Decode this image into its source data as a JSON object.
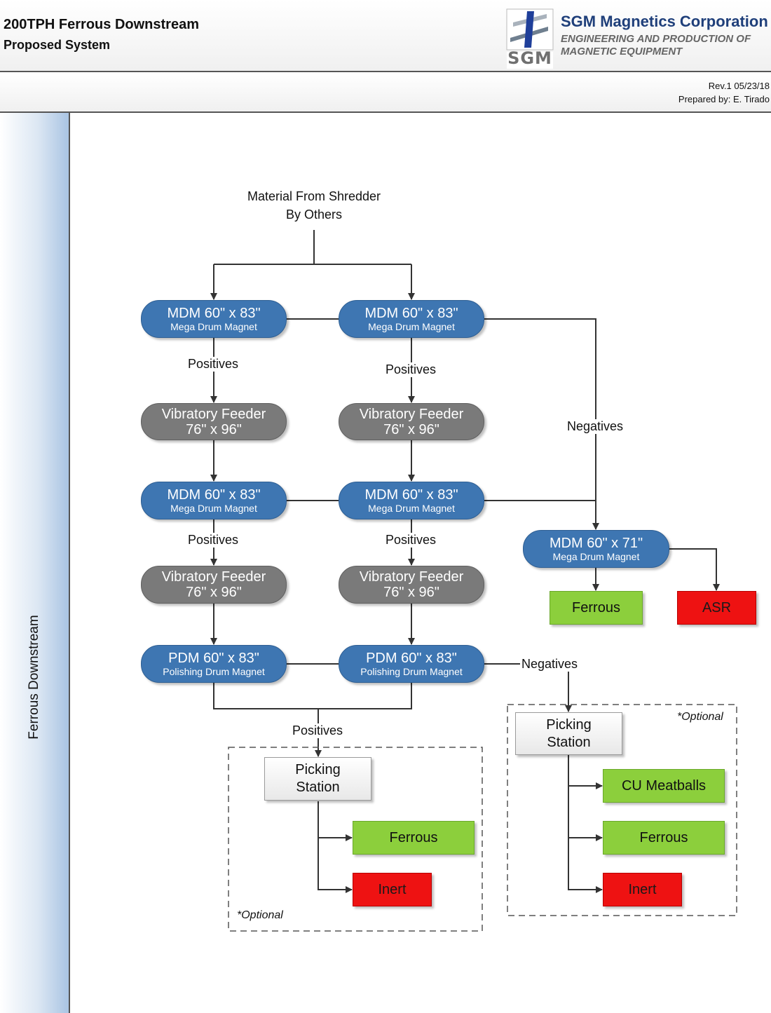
{
  "header": {
    "title_line1": "200TPH Ferrous Downstream",
    "title_line2": "Proposed System",
    "company": "SGM Magnetics Corporation",
    "tagline": "ENGINEERING AND PRODUCTION OF MAGNETIC EQUIPMENT",
    "logo_text": "SGM"
  },
  "revision": {
    "rev": "Rev.1 05/23/18",
    "prepared_by": "Prepared by: E. Tirado"
  },
  "lane": {
    "label": "Ferrous Downstream"
  },
  "source": {
    "line1": "Material From Shredder",
    "line2": "By Others"
  },
  "nodes": {
    "mdm_left_1": {
      "main": "MDM 60\" x 83\"",
      "sub": "Mega Drum Magnet"
    },
    "mdm_right_1": {
      "main": "MDM 60\" x 83\"",
      "sub": "Mega Drum Magnet"
    },
    "vf_left_1": {
      "main": "Vibratory Feeder",
      "sub": "76\" x 96\""
    },
    "vf_right_1": {
      "main": "Vibratory Feeder",
      "sub": "76\" x 96\""
    },
    "mdm_left_2": {
      "main": "MDM 60\" x 83\"",
      "sub": "Mega Drum Magnet"
    },
    "mdm_right_2": {
      "main": "MDM 60\" x 83\"",
      "sub": "Mega Drum Magnet"
    },
    "vf_left_2": {
      "main": "Vibratory Feeder",
      "sub": "76\" x 96\""
    },
    "vf_right_2": {
      "main": "Vibratory Feeder",
      "sub": "76\" x 96\""
    },
    "pdm_left": {
      "main": "PDM 60\" x 83\"",
      "sub": "Polishing Drum Magnet"
    },
    "pdm_right": {
      "main": "PDM 60\" x 83\"",
      "sub": "Polishing Drum Magnet"
    },
    "mdm_71": {
      "main": "MDM 60\" x 71\"",
      "sub": "Mega Drum Magnet"
    }
  },
  "outputs": {
    "ferrous_top": "Ferrous",
    "asr": "ASR",
    "picking_left": {
      "line1": "Picking",
      "line2": "Station"
    },
    "ferrous_left": "Ferrous",
    "inert_left": "Inert",
    "picking_right": {
      "line1": "Picking",
      "line2": "Station"
    },
    "cu_meatballs": "CU Meatballs",
    "ferrous_right": "Ferrous",
    "inert_right": "Inert"
  },
  "labels": {
    "positives_l1": "Positives",
    "positives_r1": "Positives",
    "negatives_top": "Negatives",
    "positives_l2": "Positives",
    "positives_r2": "Positives",
    "negatives_bottom": "Negatives",
    "positives_bottom": "Positives",
    "optional_right": "*Optional",
    "optional_left": "*Optional"
  },
  "colors": {
    "blue": "#3e76b2",
    "gray": "#7a7a7a",
    "green": "#8ccf3c",
    "red": "#ee1212",
    "line": "#333333"
  }
}
